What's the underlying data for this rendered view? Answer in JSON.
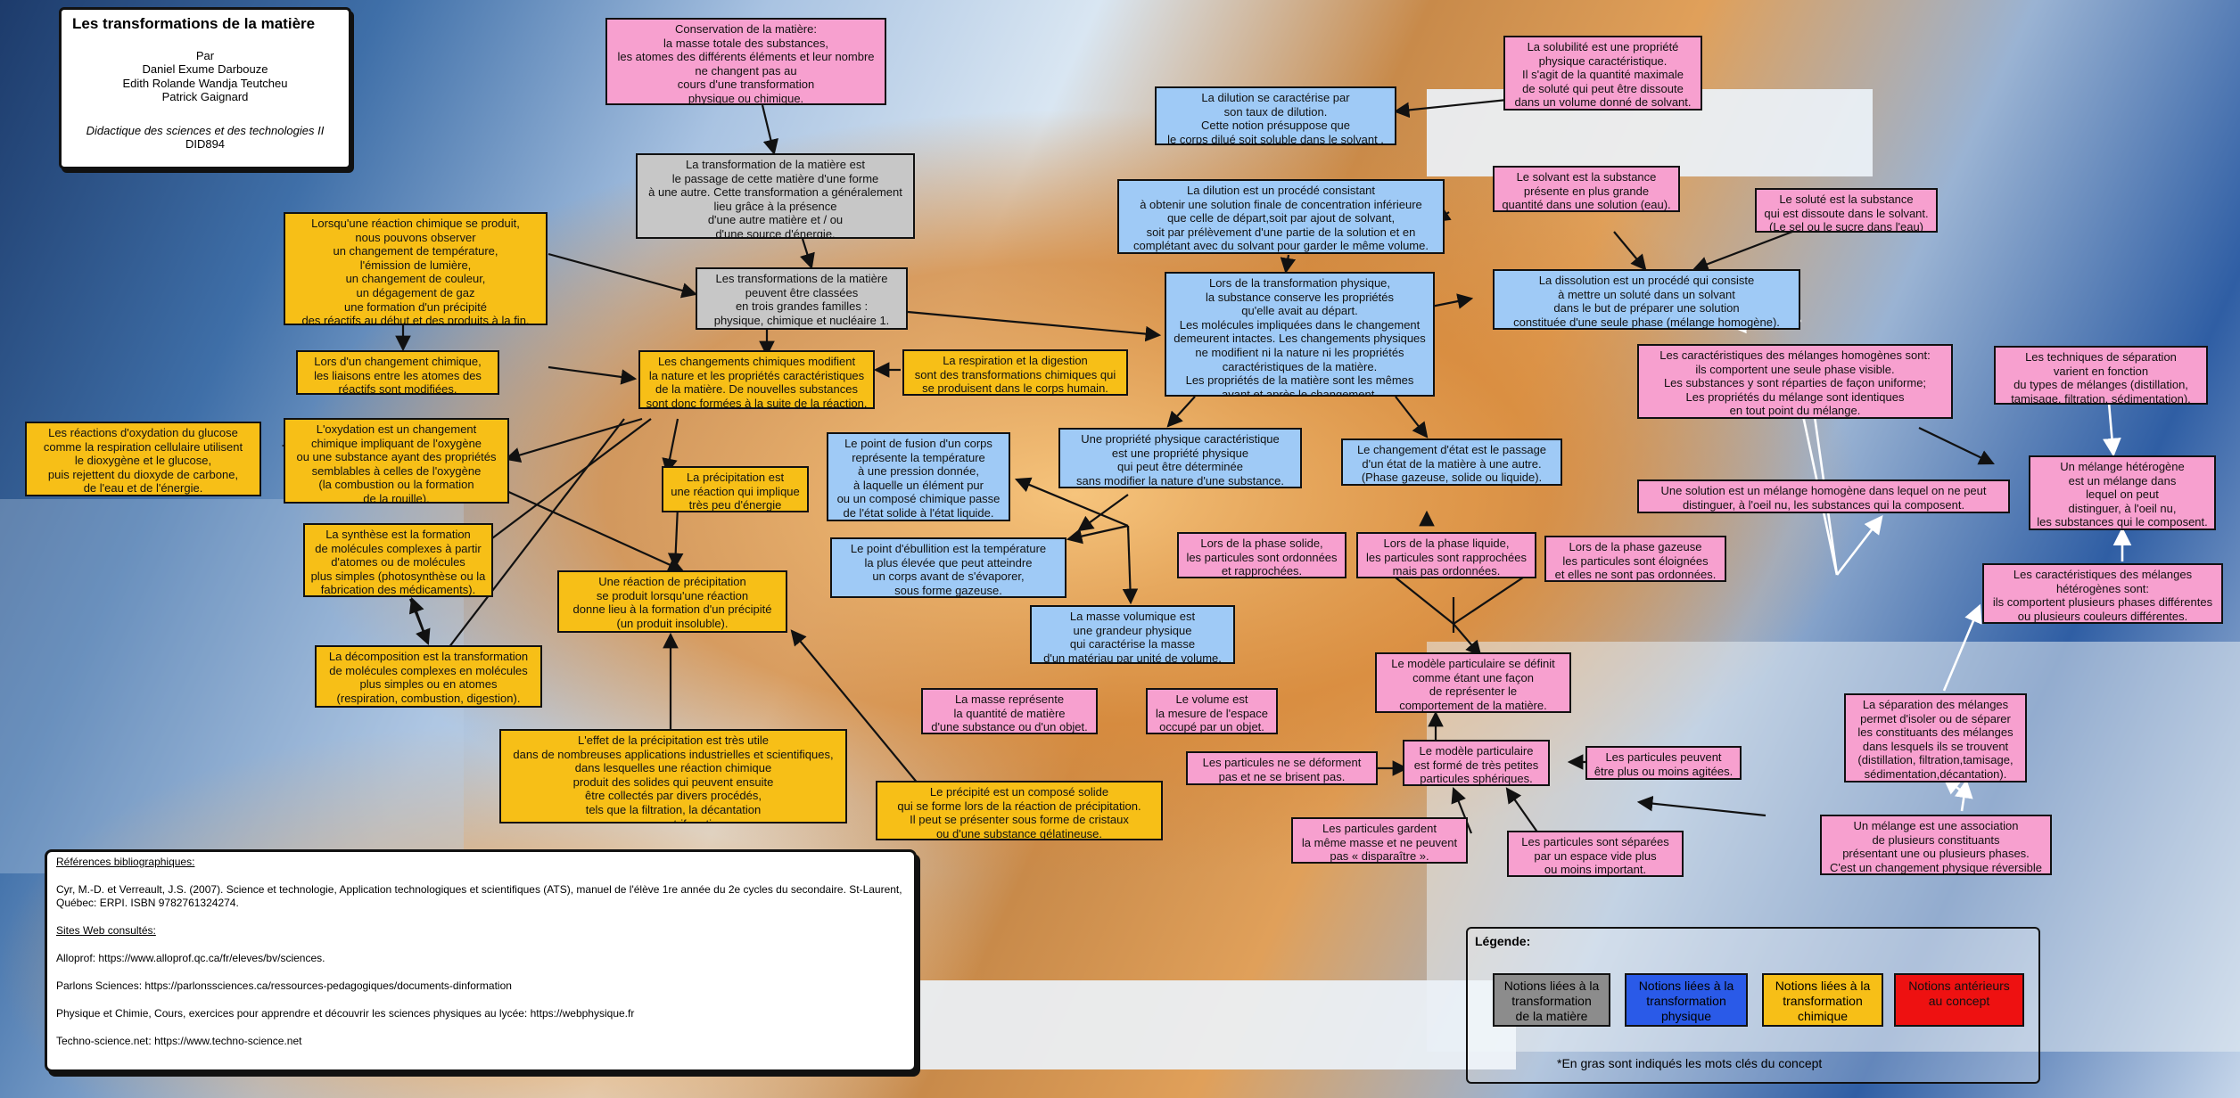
{
  "title": {
    "heading": "Les transformations de la matière",
    "by": "Par",
    "authors": [
      "Daniel Exume Darbouze",
      "Edith Rolande Wandja Teutcheu",
      "Patrick Gaignard"
    ],
    "course": "Didactique des sciences et des technologies II",
    "code": "DID894"
  },
  "nodes": {
    "conservation": "Conservation de la matière:\nla masse totale des substances,\nles atomes des différents éléments et leur nombre\nne changent pas au\ncours d'une transformation\nphysique ou chimique.",
    "transfo_def": "La transformation de la matière est\nle passage de cette matière d'une forme\nà une autre. Cette transformation a généralement\nlieu grâce à la présence\nd'une autre matière et / ou\nd'une source d'énergie.",
    "transfo_classes": "Les transformations de la matière\npeuvent être classées\nen trois grandes familles :\nphysique, chimique et nucléaire 1.",
    "reaction_obs": "Lorsqu'une réaction chimique se produit,\nnous pouvons observer\nun changement de température,\nl'émission de lumière,\nun changement de couleur,\nun dégagement de gaz\nune formation d'un précipité\ndes réactifs au début et des produits à la fin.",
    "changement_chim": "Lors d'un changement chimique,\nles liaisons entre les atomes des\nréactifs sont modifiées.",
    "changements_chim": "Les changements chimiques modifient\nla nature et les propriétés caractéristiques\nde la matière. De nouvelles substances\nsont donc formées à la suite de la réaction.",
    "respiration": "La respiration et la digestion\nsont des transformations chimiques qui\nse produisent dans le corps humain.",
    "glucose": "Les réactions d'oxydation du glucose\ncomme la respiration cellulaire utilisent\nle dioxygène et le glucose,\npuis rejettent du dioxyde de carbone,\nde l'eau et de l'énergie.",
    "oxydation": "L'oxydation est un changement\nchimique impliquant de l'oxygène\nou une substance  ayant des propriétés\nsemblables à celles de l'oxygène\n(la combustion ou la formation\nde la rouille).",
    "precipitation": "La précipitation est\nune réaction qui implique\ntrès peu d'énergie",
    "synthese": "La synthèse est la formation\nde molécules complexes à partir\nd'atomes ou de molécules\nplus simples (photosynthèse ou la\nfabrication des médicaments).",
    "reaction_precip": "Une réaction de précipitation\nse produit lorsqu'une réaction\ndonne lieu à la formation d'un précipité\n(un produit insoluble).",
    "decomposition": "La décomposition est la transformation\nde molécules complexes en molécules\nplus simples ou en atomes\n(respiration, combustion, digestion).",
    "effet_precip": "L'effet de la précipitation est très utile\ndans de nombreuses applications industrielles et scientifiques,\ndans lesquelles une réaction chimique\nproduit des solides qui peuvent ensuite\nêtre collectés par divers procédés,\ntels que la filtration, la décantation\nou par centrifugation.",
    "precipite": "Le précipité est un composé solide\nqui se forme lors de la réaction de précipitation.\nIl peut se présenter sous forme de cristaux\nou d'une substance  gélatineuse.",
    "dilution_taux": "La dilution se caractérise par\nson taux de dilution.\nCette notion présuppose que\nle corps dilué soit soluble dans le solvant .",
    "dilution_def": "La dilution est un procédé consistant\nà obtenir une solution finale de concentration inférieure\nque celle de départ,soit par ajout de solvant,\nsoit par prélèvement d'une partie de la solution et en\ncomplétant avec du solvant pour garder le même volume.",
    "solubilite": "La solubilité est une propriété\nphysique caractéristique.\nIl s'agit de la quantité maximale\nde soluté qui peut être dissoute\ndans un volume donné de solvant.",
    "solvant": "Le solvant est la substance\nprésente en plus grande\nquantité dans une solution (eau).",
    "solute": "Le soluté est la substance\nqui est dissoute dans le solvant.\n(Le sel ou le sucre dans l'eau)",
    "transfo_phys": "Lors de la transformation physique,\nla substance conserve les propriétés\nqu'elle avait au départ.\nLes molécules impliquées dans le changement\ndemeurent intactes. Les changements physiques\nne modifient ni la nature ni les propriétés\ncaractéristiques de la matière.\nLes propriétés de la matière sont les mêmes\navant et après le changement.",
    "dissolution": "La dissolution est un procédé qui consiste\nà mettre un soluté dans un solvant\ndans le but de préparer une solution\nconstituée d'une seule phase (mélange homogène).",
    "melanges_homo": "Les caractéristiques des mélanges homogènes sont:\nils comportent une seule phase visible.\nLes substances y sont réparties de façon uniforme;\nLes propriétés du mélange sont identiques\nen tout point du mélange.",
    "techniques": "Les techniques de séparation\nvarient en fonction\ndu types de mélanges (distillation,\ntamisage, filtration, sédimentation).",
    "prop_phys": "Une propriété physique caractéristique\nest une propriété physique\nqui peut être déterminée\nsans modifier la nature d'une substance.",
    "fusion": "Le point de fusion d'un corps\nreprésente la température\nà une pression donnée,\nà laquelle un élément pur\nou un composé chimique passe\nde l'état solide à l'état liquide.",
    "ebullition": "Le point d'ébullition est la température\nla plus élevée que peut atteindre\nun corps avant de s'évaporer,\nsous forme gazeuse.",
    "changement_etat": "Le changement d'état est le passage\nd'un état de la matière à une autre.\n(Phase gazeuse, solide ou liquide).",
    "solution": "Une solution est un mélange homogène dans lequel on ne peut\ndistinguer, à l'oeil nu, les substances qui la composent.",
    "melange_hetero": "Un mélange hétérogène\nest un mélange dans\nlequel on peut\ndistinguer, à l'oeil nu,\nles substances qui le composent.",
    "phase_solide": "Lors de la phase solide,\nles particules sont ordonnées\net rapprochées.",
    "phase_liquide": "Lors de la phase liquide,\nles particules sont rapprochées\nmais pas ordonnées.",
    "phase_gaz": "Lors de la phase gazeuse\nles particules sont éloignées\net elles ne sont pas ordonnées.",
    "masse_vol": "La masse volumique est\nune grandeur physique\nqui caractérise la masse\nd'un matériau par unité de volume.",
    "melanges_hetero_car": "Les caractéristiques des mélanges\nhétérogènes sont:\nils comportent plusieurs phases différentes\nou plusieurs couleurs différentes.",
    "modele_def": "Le modèle particulaire se définit\ncomme étant une façon\nde représenter le\ncomportement de la matière.",
    "masse": "La masse représente\nla quantité de matière\nd'une substance ou d'un objet.",
    "volume": "Le volume est\nla mesure de l'espace\noccupé par un objet.",
    "separation": "La séparation des mélanges\npermet d'isoler ou de séparer\nles constituants des mélanges\ndans lesquels ils se trouvent\n(distillation, filtration,tamisage,\nsédimentation,décantation).",
    "part_deform": "Les particules ne se déforment\npas et ne se brisent pas.",
    "modele_forme": "Le modèle particulaire\nest formé de très petites\nparticules sphériques.",
    "part_agitees": "Les particules peuvent\nêtre plus ou moins agitées.",
    "part_masse": "Les particules gardent\nla même masse et ne peuvent\npas « disparaître ».",
    "part_separees": "Les particules sont séparées\npar un espace vide plus\nou moins important.",
    "melange": "Un mélange est une association\nde plusieurs constituants\nprésentant une ou plusieurs phases.\nC'est un changement physique réversible"
  },
  "refs": {
    "heading": "Références bibliographiques:",
    "book": "Cyr, M.-D. et Verreault, J.S. (2007). Science et technologie, Application technologiques et scientifiques (ATS), manuel de l'élève 1re année du 2e cycles du secondaire. St-Laurent, Québec: ERPI. ISBN 9782761324274.",
    "web_heading": "Sites Web consultés:",
    "sites": [
      "Alloprof: https://www.alloprof.qc.ca/fr/eleves/bv/sciences.",
      "Parlons Sciences: https://parlonssciences.ca/ressources-pedagogiques/documents-dinformation",
      "Physique et Chimie, Cours, exercices pour apprendre et découvrir les sciences physiques au lycée: https://webphysique.fr",
      "Techno-science.net: https://www.techno-science.net"
    ]
  },
  "legend": {
    "title": "Légende:",
    "items": [
      {
        "label": "Notions liées à la\ntransformation\nde la matière",
        "color": "#8c8c8c"
      },
      {
        "label": "Notions liées à la\ntransformation\nphysique",
        "color": "#2a5ae8"
      },
      {
        "label": "Notions liées à la\ntransformation\nchimique",
        "color": "#f7bf17"
      },
      {
        "label": "Notions antérieurs\nau concept",
        "color": "#ee1111"
      }
    ],
    "note": "*En gras sont indiqués les mots clés du concept"
  },
  "colors": {
    "pink": "#f7a0cf",
    "blue": "#9fcaf6",
    "gray": "#c7c7c7",
    "gold": "#f7bf17"
  }
}
